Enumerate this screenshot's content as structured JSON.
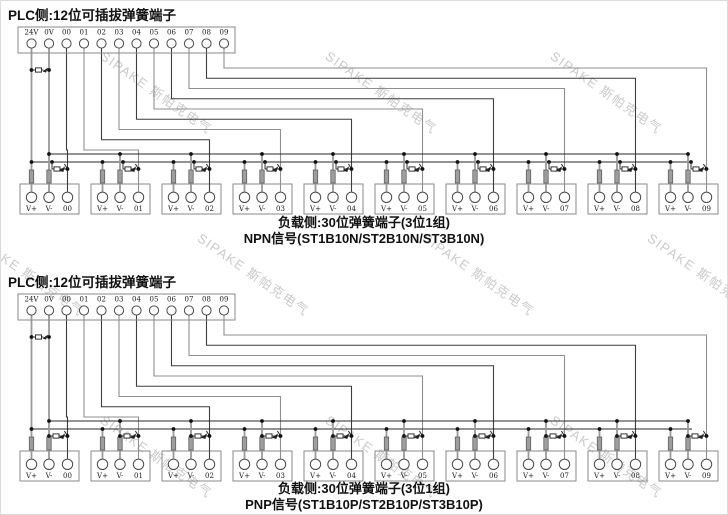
{
  "watermark": {
    "text": "SIPAKE 斯帕克电气"
  },
  "colors": {
    "background": "#ffffff",
    "wire_dark": "#3c3c3c",
    "wire_gray": "#8f8f8f",
    "thick_wire": "#9a9a9a",
    "bus": "#2a2a2a",
    "dot": "#111111",
    "box_border": "#8a8a8a",
    "component_fill": "#9e9e9e",
    "component_stroke": "#5f5f5f",
    "text": "#1a1a1a",
    "watermark_color": "#cbcbcb"
  },
  "diagrams": [
    {
      "type": "npn",
      "plc_title": "PLC侧:12位可插拔弹簧端子",
      "plc_terminals": [
        "24V",
        "0V",
        "00",
        "01",
        "02",
        "03",
        "04",
        "05",
        "06",
        "07",
        "08",
        "09"
      ],
      "load_caption_line1": "负载侧:30位弹簧端子(3位1组)",
      "load_caption_line2": "NPN信号(ST1B10N/ST2B10N/ST3B10N)",
      "load_blocks": [
        {
          "terminals": [
            "V+",
            "V-",
            "00"
          ]
        },
        {
          "terminals": [
            "V+",
            "V-",
            "01"
          ]
        },
        {
          "terminals": [
            "V+",
            "V-",
            "02"
          ]
        },
        {
          "terminals": [
            "V+",
            "V-",
            "03"
          ]
        },
        {
          "terminals": [
            "V+",
            "V-",
            "04"
          ]
        },
        {
          "terminals": [
            "V+",
            "V-",
            "05"
          ]
        },
        {
          "terminals": [
            "V+",
            "V-",
            "06"
          ]
        },
        {
          "terminals": [
            "V+",
            "V-",
            "07"
          ]
        },
        {
          "terminals": [
            "V+",
            "V-",
            "08"
          ]
        },
        {
          "terminals": [
            "V+",
            "V-",
            "09"
          ]
        }
      ]
    },
    {
      "type": "pnp",
      "plc_title": "PLC侧:12位可插拔弹簧端子",
      "plc_terminals": [
        "24V",
        "0V",
        "00",
        "01",
        "02",
        "03",
        "04",
        "05",
        "06",
        "07",
        "08",
        "09"
      ],
      "load_caption_line1": "负载侧:30位弹簧端子(3位1组)",
      "load_caption_line2": "PNP信号(ST1B10P/ST2B10P/ST3B10P)",
      "load_blocks": [
        {
          "terminals": [
            "V+",
            "V-",
            "00"
          ]
        },
        {
          "terminals": [
            "V+",
            "V-",
            "01"
          ]
        },
        {
          "terminals": [
            "V+",
            "V-",
            "02"
          ]
        },
        {
          "terminals": [
            "V+",
            "V-",
            "03"
          ]
        },
        {
          "terminals": [
            "V+",
            "V-",
            "04"
          ]
        },
        {
          "terminals": [
            "V+",
            "V-",
            "05"
          ]
        },
        {
          "terminals": [
            "V+",
            "V-",
            "06"
          ]
        },
        {
          "terminals": [
            "V+",
            "V-",
            "07"
          ]
        },
        {
          "terminals": [
            "V+",
            "V-",
            "08"
          ]
        },
        {
          "terminals": [
            "V+",
            "V-",
            "09"
          ]
        }
      ]
    }
  ]
}
